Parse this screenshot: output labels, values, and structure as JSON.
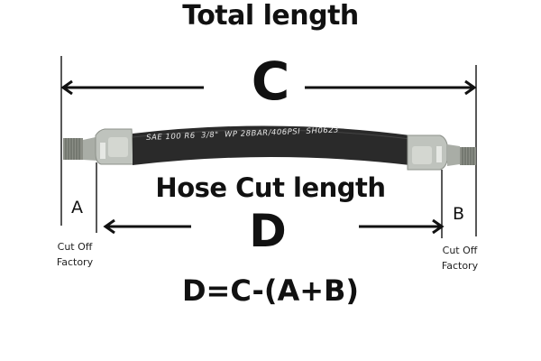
{
  "diagram": {
    "title": "Total length",
    "total_label": "C",
    "cut_title": "Hose Cut length",
    "cut_label": "D",
    "formula": "D=C-(A+B)",
    "left_fitting": {
      "label": "A",
      "note_line1": "Cut Off",
      "note_line2": "Factory"
    },
    "right_fitting": {
      "label": "B",
      "note_line1": "Cut Off",
      "note_line2": "Factory"
    },
    "hose_print": "SAE 100 R6  3/8\"  WP 28BAR/406PSI  SH0623",
    "colors": {
      "hose": "#2a2a2a",
      "fitting": "#b9bdb8",
      "line": "#111111",
      "background": "#ffffff"
    }
  }
}
